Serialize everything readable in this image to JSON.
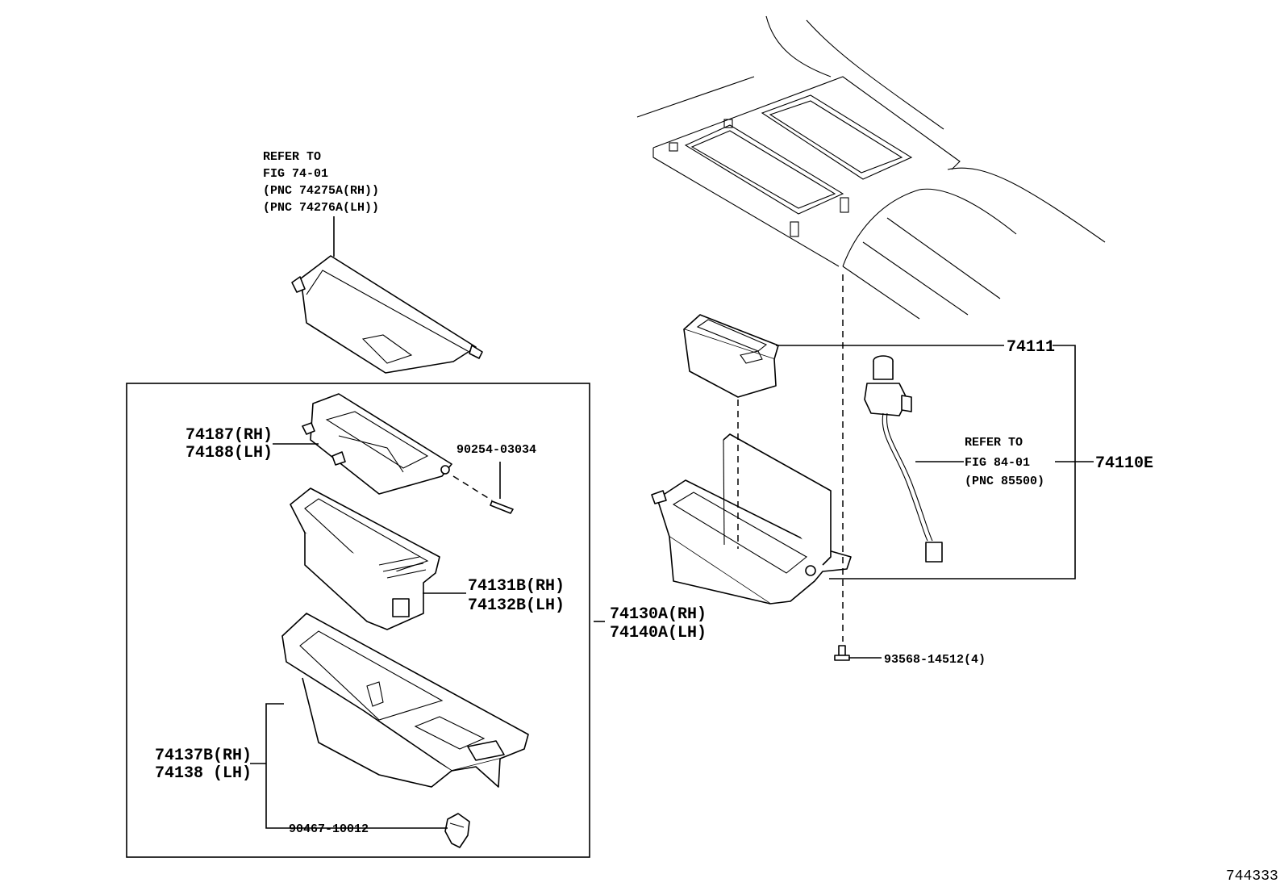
{
  "refer_cover": [
    "REFER TO",
    "FIG 74-01",
    "(PNC 74275A(RH))",
    "(PNC 74276A(LH))"
  ],
  "refer_lighter": [
    "REFER TO",
    "FIG 84-01",
    "(PNC 85500)"
  ],
  "parts": {
    "p74187": "74187(RH)",
    "p74188": "74188(LH)",
    "p90254": "90254-03034",
    "p74131b": "74131B(RH)",
    "p74132b": "74132B(LH)",
    "p74130a": "74130A(RH)",
    "p74140a": "74140A(LH)",
    "p74137b": "74137B(RH)",
    "p74138": "74138 (LH)",
    "p90467": "90467-10012",
    "p74111": "74111",
    "p74110e": "74110E",
    "p93568": "93568-14512(4)"
  },
  "figure_number": "744333"
}
